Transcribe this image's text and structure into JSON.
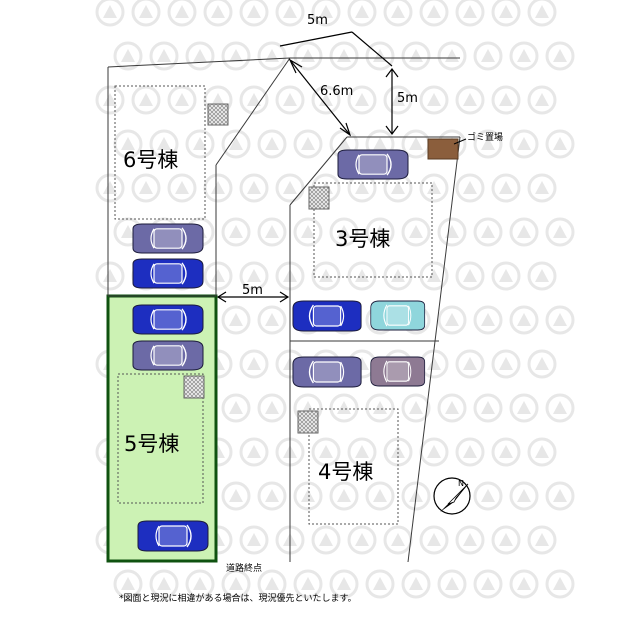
{
  "buildings": {
    "b6": "6号棟",
    "b3": "3号棟",
    "b5": "5号棟",
    "b4": "4号棟"
  },
  "dimensions": {
    "top_width": "5m",
    "diagonal": "6.6m",
    "vertical": "5m",
    "road_width": "5m"
  },
  "labels": {
    "garbage": "ゴミ置場",
    "road_end": "道路終点",
    "compass": "N",
    "footnote": "*図面と現況に相違がある場合は、現況優先といたします。"
  },
  "colors": {
    "highlight_fill": "#ccf2b4",
    "highlight_border": "#0f5210",
    "car_blue": "#1d2ec0",
    "car_grey": "#6c6aa6",
    "car_teal": "#8fd6dc",
    "car_van": "#8e7a93",
    "garbage": "#8b5e3c",
    "watermark": "#e7e7e7"
  }
}
